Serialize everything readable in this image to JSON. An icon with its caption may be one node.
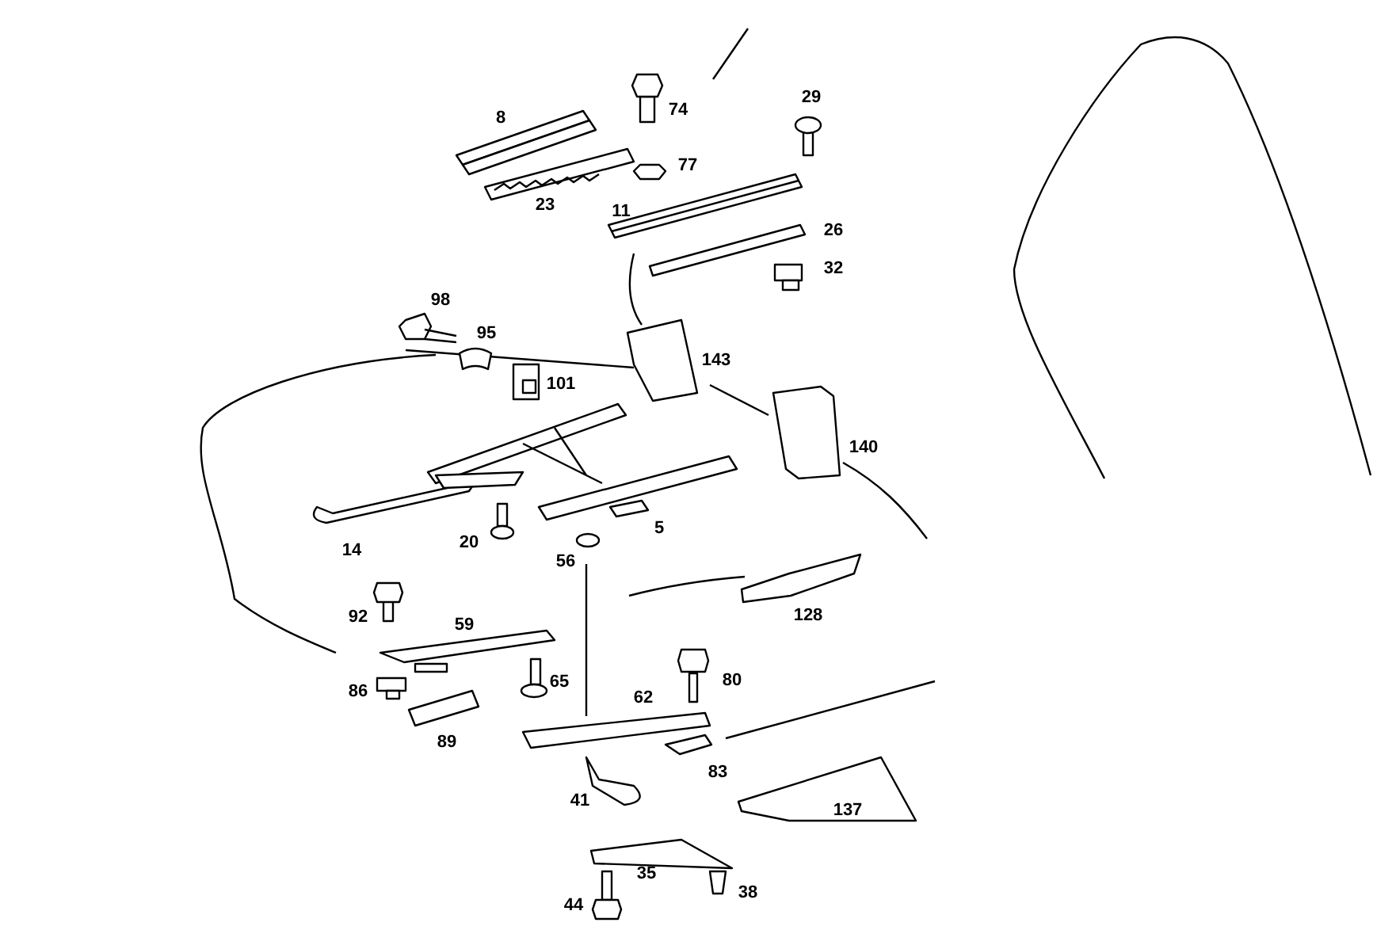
{
  "diagram": {
    "labels": [
      "8",
      "74",
      "29",
      "77",
      "23",
      "11",
      "26",
      "32",
      "98",
      "95",
      "143",
      "101",
      "140",
      "14",
      "20",
      "5",
      "56",
      "92",
      "128",
      "59",
      "86",
      "65",
      "80",
      "62",
      "89",
      "83",
      "41",
      "137",
      "35",
      "38",
      "44"
    ]
  }
}
